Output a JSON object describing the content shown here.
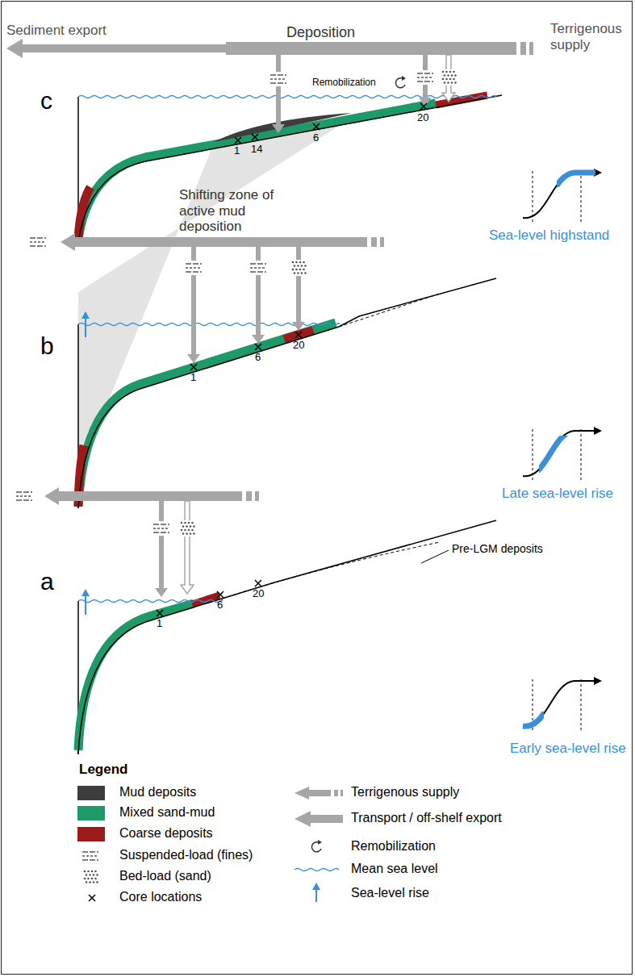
{
  "diagram": {
    "labels": [
      "Sediment export",
      "Terrigenous supply",
      "Deposition",
      "c",
      "Remobilization",
      "1",
      "14",
      "6",
      "20",
      "Shifting zone of active mud deposition",
      "Sea-level highstand",
      "b",
      "1",
      "6",
      "20",
      "Late sea-level rise",
      "a",
      "1",
      "6",
      "20",
      "Pre-LGM deposits",
      "Early sea-level rise",
      "Legend"
    ],
    "legend": [
      {
        "text": "Mud deposits",
        "color": "#3d3d3d"
      },
      {
        "text": "Mixed sand-mud",
        "color": "#1e9a6a"
      },
      {
        "text": "Coarse deposits",
        "color": "#9c1a1c"
      },
      {
        "text": "Suspended-load (fines)"
      },
      {
        "text": "Bed-load (sand)"
      },
      {
        "text": "Core locations"
      },
      {
        "text": "Terrigenous supply"
      },
      {
        "text": "Transport / off-shelf export"
      },
      {
        "text": "Remobilization"
      },
      {
        "text": "Mean sea level"
      },
      {
        "text": "Sea-level rise"
      }
    ]
  }
}
